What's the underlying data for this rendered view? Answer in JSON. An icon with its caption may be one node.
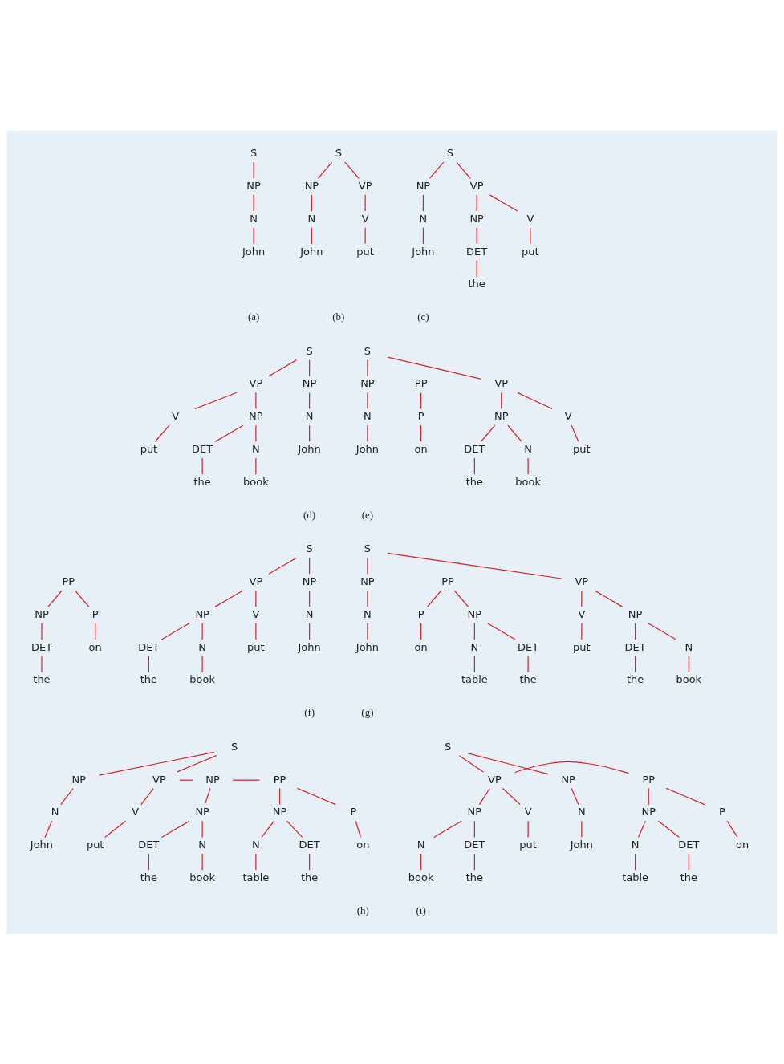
{
  "diagram": {
    "nodes": [
      {
        "text": [
          "S"
        ]
      },
      {
        "text": [
          "NP"
        ]
      },
      {
        "text": [
          "N"
        ]
      },
      {
        "text": [
          "John"
        ]
      },
      {
        "text": [
          "S"
        ]
      },
      {
        "text": [
          "NP"
        ]
      },
      {
        "text": [
          "VP"
        ]
      },
      {
        "text": [
          "N"
        ]
      },
      {
        "text": [
          "V"
        ]
      },
      {
        "text": [
          "John"
        ]
      },
      {
        "text": [
          "put"
        ]
      },
      {
        "text": [
          "S"
        ]
      },
      {
        "text": [
          "NP"
        ]
      },
      {
        "text": [
          "VP"
        ]
      },
      {
        "text": [
          "N"
        ]
      },
      {
        "text": [
          "V"
        ]
      },
      {
        "text": [
          "NP"
        ]
      },
      {
        "text": [
          "John"
        ]
      },
      {
        "text": [
          "put"
        ]
      },
      {
        "text": [
          "DET"
        ]
      },
      {
        "text": [
          "the"
        ]
      },
      {
        "text": [
          "S"
        ]
      },
      {
        "text": [
          "NP"
        ]
      },
      {
        "text": [
          "VP"
        ]
      },
      {
        "text": [
          "N"
        ]
      },
      {
        "text": [
          "V"
        ]
      },
      {
        "text": [
          "NP"
        ]
      },
      {
        "text": [
          "John"
        ]
      },
      {
        "text": [
          "put"
        ]
      },
      {
        "text": [
          "DET"
        ]
      },
      {
        "text": [
          "N"
        ]
      },
      {
        "text": [
          "the"
        ]
      },
      {
        "text": [
          "book"
        ]
      },
      {
        "text": [
          "S"
        ]
      },
      {
        "text": [
          "NP"
        ]
      },
      {
        "text": [
          "VP"
        ]
      },
      {
        "text": [
          "PP"
        ]
      },
      {
        "text": [
          "N"
        ]
      },
      {
        "text": [
          "V"
        ]
      },
      {
        "text": [
          "NP"
        ]
      },
      {
        "text": [
          "P"
        ]
      },
      {
        "text": [
          "John"
        ]
      },
      {
        "text": [
          "put"
        ]
      },
      {
        "text": [
          "DET"
        ]
      },
      {
        "text": [
          "N"
        ]
      },
      {
        "text": [
          "on"
        ]
      },
      {
        "text": [
          "the"
        ]
      },
      {
        "text": [
          "book"
        ]
      },
      {
        "text": [
          "S"
        ]
      },
      {
        "text": [
          "NP"
        ]
      },
      {
        "text": [
          "VP"
        ]
      },
      {
        "text": [
          "PP"
        ]
      },
      {
        "text": [
          "N"
        ]
      },
      {
        "text": [
          "V"
        ]
      },
      {
        "text": [
          "NP"
        ]
      },
      {
        "text": [
          "P"
        ]
      },
      {
        "text": [
          "NP"
        ]
      },
      {
        "text": [
          "John"
        ]
      },
      {
        "text": [
          "put"
        ]
      },
      {
        "text": [
          "DET"
        ]
      },
      {
        "text": [
          "N"
        ]
      },
      {
        "text": [
          "on"
        ]
      },
      {
        "text": [
          "DET"
        ]
      },
      {
        "text": [
          "the"
        ]
      },
      {
        "text": [
          "book"
        ]
      },
      {
        "text": [
          "the"
        ]
      },
      {
        "text": [
          "S"
        ]
      },
      {
        "text": [
          "NP"
        ]
      },
      {
        "text": [
          "VP"
        ]
      },
      {
        "text": [
          "PP"
        ]
      },
      {
        "text": [
          "N"
        ]
      },
      {
        "text": [
          "V"
        ]
      },
      {
        "text": [
          "NP"
        ]
      },
      {
        "text": [
          "P"
        ]
      },
      {
        "text": [
          "NP"
        ]
      },
      {
        "text": [
          "John"
        ]
      },
      {
        "text": [
          "put"
        ]
      },
      {
        "text": [
          "DET"
        ]
      },
      {
        "text": [
          "N"
        ]
      },
      {
        "text": [
          "on"
        ]
      },
      {
        "text": [
          "DET"
        ]
      },
      {
        "text": [
          "N"
        ]
      },
      {
        "text": [
          "the"
        ]
      },
      {
        "text": [
          "book"
        ]
      },
      {
        "text": [
          "the"
        ]
      },
      {
        "text": [
          "table"
        ]
      },
      {
        "text": [
          "S"
        ]
      },
      {
        "text": [
          "NP"
        ]
      },
      {
        "text": [
          "VP"
        ]
      },
      {
        "text": [
          "NP"
        ]
      },
      {
        "text": [
          "PP"
        ]
      },
      {
        "text": [
          "N"
        ]
      },
      {
        "text": [
          "V"
        ]
      },
      {
        "text": [
          "NP"
        ]
      },
      {
        "text": [
          "P"
        ]
      },
      {
        "text": [
          "NP"
        ]
      },
      {
        "text": [
          "John"
        ]
      },
      {
        "text": [
          "put"
        ]
      },
      {
        "text": [
          "DET"
        ]
      },
      {
        "text": [
          "N"
        ]
      },
      {
        "text": [
          "on"
        ]
      },
      {
        "text": [
          "DET"
        ]
      },
      {
        "text": [
          "N"
        ]
      },
      {
        "text": [
          "the"
        ]
      },
      {
        "text": [
          "book"
        ]
      },
      {
        "text": [
          "the"
        ]
      },
      {
        "text": [
          "table"
        ]
      },
      {
        "text": [
          "S"
        ]
      },
      {
        "text": [
          "NP"
        ]
      },
      {
        "text": [
          "VP"
        ]
      },
      {
        "text": [
          "PP"
        ]
      },
      {
        "text": [
          "N"
        ]
      },
      {
        "text": [
          "V"
        ]
      },
      {
        "text": [
          "NP"
        ]
      },
      {
        "text": [
          "P"
        ]
      },
      {
        "text": [
          "NP"
        ]
      },
      {
        "text": [
          "John"
        ]
      },
      {
        "text": [
          "put"
        ]
      },
      {
        "text": [
          "DET"
        ]
      },
      {
        "text": [
          "N"
        ]
      },
      {
        "text": [
          "on"
        ]
      },
      {
        "text": [
          "DET"
        ]
      },
      {
        "text": [
          "N"
        ]
      },
      {
        "text": [
          "the"
        ]
      },
      {
        "text": [
          "book"
        ]
      },
      {
        "text": [
          "the"
        ]
      },
      {
        "text": [
          "table"
        ]
      }
    ],
    "edges": [
      {
        "from": 0,
        "to": 1,
        "arrow": "none"
      },
      {
        "from": 1,
        "to": 2,
        "arrow": "none"
      },
      {
        "from": 2,
        "to": 3,
        "arrow": "none"
      },
      {
        "from": 4,
        "to": 5,
        "arrow": "none"
      },
      {
        "from": 4,
        "to": 6,
        "arrow": "none"
      },
      {
        "from": 5,
        "to": 7,
        "arrow": "none"
      },
      {
        "from": 6,
        "to": 8,
        "arrow": "none"
      },
      {
        "from": 7,
        "to": 9,
        "arrow": "none"
      },
      {
        "from": 8,
        "to": 10,
        "arrow": "none"
      },
      {
        "from": 11,
        "to": 12,
        "arrow": "none"
      },
      {
        "from": 11,
        "to": 13,
        "arrow": "none"
      },
      {
        "from": 12,
        "to": 14,
        "arrow": "none"
      },
      {
        "from": 13,
        "to": 15,
        "arrow": "none"
      },
      {
        "from": 13,
        "to": 16,
        "arrow": "none"
      },
      {
        "from": 14,
        "to": 17,
        "arrow": "none"
      },
      {
        "from": 15,
        "to": 18,
        "arrow": "none"
      },
      {
        "from": 16,
        "to": 19,
        "arrow": "none"
      },
      {
        "from": 19,
        "to": 20,
        "arrow": "none"
      },
      {
        "from": 21,
        "to": 22,
        "arrow": "none"
      },
      {
        "from": 21,
        "to": 23,
        "arrow": "none"
      },
      {
        "from": 22,
        "to": 24,
        "arrow": "none"
      },
      {
        "from": 23,
        "to": 25,
        "arrow": "none"
      },
      {
        "from": 23,
        "to": 26,
        "arrow": "none"
      },
      {
        "from": 24,
        "to": 27,
        "arrow": "none"
      },
      {
        "from": 25,
        "to": 28,
        "arrow": "none"
      },
      {
        "from": 26,
        "to": 29,
        "arrow": "none"
      },
      {
        "from": 26,
        "to": 30,
        "arrow": "none"
      },
      {
        "from": 29,
        "to": 31,
        "arrow": "none"
      },
      {
        "from": 30,
        "to": 32,
        "arrow": "none"
      },
      {
        "from": 33,
        "to": 34,
        "arrow": "none"
      },
      {
        "from": 33,
        "to": 35,
        "arrow": "none"
      },
      {
        "from": 34,
        "to": 37,
        "arrow": "none"
      },
      {
        "from": 35,
        "to": 38,
        "arrow": "none"
      },
      {
        "from": 35,
        "to": 39,
        "arrow": "none"
      },
      {
        "from": 36,
        "to": 40,
        "arrow": "none"
      },
      {
        "from": 37,
        "to": 41,
        "arrow": "none"
      },
      {
        "from": 38,
        "to": 42,
        "arrow": "none"
      },
      {
        "from": 39,
        "to": 43,
        "arrow": "none"
      },
      {
        "from": 39,
        "to": 44,
        "arrow": "none"
      },
      {
        "from": 40,
        "to": 45,
        "arrow": "none"
      },
      {
        "from": 43,
        "to": 46,
        "arrow": "none"
      },
      {
        "from": 44,
        "to": 47,
        "arrow": "none"
      },
      {
        "from": 48,
        "to": 49,
        "arrow": "none"
      },
      {
        "from": 48,
        "to": 50,
        "arrow": "none"
      },
      {
        "from": 49,
        "to": 52,
        "arrow": "none"
      },
      {
        "from": 50,
        "to": 53,
        "arrow": "none"
      },
      {
        "from": 50,
        "to": 54,
        "arrow": "none"
      },
      {
        "from": 51,
        "to": 55,
        "arrow": "none"
      },
      {
        "from": 51,
        "to": 56,
        "arrow": "none"
      },
      {
        "from": 52,
        "to": 57,
        "arrow": "none"
      },
      {
        "from": 53,
        "to": 58,
        "arrow": "none"
      },
      {
        "from": 54,
        "to": 59,
        "arrow": "none"
      },
      {
        "from": 54,
        "to": 60,
        "arrow": "none"
      },
      {
        "from": 55,
        "to": 61,
        "arrow": "none"
      },
      {
        "from": 56,
        "to": 62,
        "arrow": "none"
      },
      {
        "from": 59,
        "to": 63,
        "arrow": "none"
      },
      {
        "from": 60,
        "to": 64,
        "arrow": "none"
      },
      {
        "from": 62,
        "to": 65,
        "arrow": "none"
      },
      {
        "from": 66,
        "to": 67,
        "arrow": "none"
      },
      {
        "from": 66,
        "to": 68,
        "arrow": "none"
      },
      {
        "from": 67,
        "to": 70,
        "arrow": "none"
      },
      {
        "from": 68,
        "to": 71,
        "arrow": "none"
      },
      {
        "from": 68,
        "to": 72,
        "arrow": "none"
      },
      {
        "from": 69,
        "to": 73,
        "arrow": "none"
      },
      {
        "from": 69,
        "to": 74,
        "arrow": "none"
      },
      {
        "from": 70,
        "to": 75,
        "arrow": "none"
      },
      {
        "from": 71,
        "to": 76,
        "arrow": "none"
      },
      {
        "from": 72,
        "to": 77,
        "arrow": "none"
      },
      {
        "from": 72,
        "to": 78,
        "arrow": "none"
      },
      {
        "from": 73,
        "to": 79,
        "arrow": "none"
      },
      {
        "from": 74,
        "to": 80,
        "arrow": "none"
      },
      {
        "from": 74,
        "to": 81,
        "arrow": "none"
      },
      {
        "from": 77,
        "to": 82,
        "arrow": "none"
      },
      {
        "from": 78,
        "to": 83,
        "arrow": "none"
      },
      {
        "from": 80,
        "to": 84,
        "arrow": "none"
      },
      {
        "from": 81,
        "to": 85,
        "arrow": "none"
      },
      {
        "from": 86,
        "to": 87,
        "arrow": "none"
      },
      {
        "from": 86,
        "to": 88,
        "arrow": "none"
      },
      {
        "from": 88,
        "to": 89,
        "arrow": "none"
      },
      {
        "from": 89,
        "to": 90,
        "arrow": "none"
      },
      {
        "from": 87,
        "to": 91,
        "arrow": "none"
      },
      {
        "from": 88,
        "to": 92,
        "arrow": "none"
      },
      {
        "from": 89,
        "to": 93,
        "arrow": "none"
      },
      {
        "from": 90,
        "to": 94,
        "arrow": "none"
      },
      {
        "from": 90,
        "to": 95,
        "arrow": "none"
      },
      {
        "from": 91,
        "to": 96,
        "arrow": "none"
      },
      {
        "from": 92,
        "to": 97,
        "arrow": "none"
      },
      {
        "from": 93,
        "to": 98,
        "arrow": "none"
      },
      {
        "from": 93,
        "to": 99,
        "arrow": "none"
      },
      {
        "from": 94,
        "to": 100,
        "arrow": "none"
      },
      {
        "from": 95,
        "to": 101,
        "arrow": "none"
      },
      {
        "from": 95,
        "to": 102,
        "arrow": "none"
      },
      {
        "from": 98,
        "to": 103,
        "arrow": "none"
      },
      {
        "from": 99,
        "to": 104,
        "arrow": "none"
      },
      {
        "from": 101,
        "to": 105,
        "arrow": "none"
      },
      {
        "from": 102,
        "to": 106,
        "arrow": "none"
      },
      {
        "from": 107,
        "to": 108,
        "arrow": "none"
      },
      {
        "from": 107,
        "to": 109,
        "arrow": "none"
      },
      {
        "from": 109,
        "to": 110,
        "arrow": "none"
      },
      {
        "from": 108,
        "to": 111,
        "arrow": "none"
      },
      {
        "from": 109,
        "to": 112,
        "arrow": "none"
      },
      {
        "from": 109,
        "to": 113,
        "arrow": "none"
      },
      {
        "from": 110,
        "to": 114,
        "arrow": "none"
      },
      {
        "from": 110,
        "to": 115,
        "arrow": "none"
      },
      {
        "from": 111,
        "to": 116,
        "arrow": "none"
      },
      {
        "from": 112,
        "to": 117,
        "arrow": "none"
      },
      {
        "from": 113,
        "to": 118,
        "arrow": "none"
      },
      {
        "from": 113,
        "to": 119,
        "arrow": "none"
      },
      {
        "from": 114,
        "to": 120,
        "arrow": "none"
      },
      {
        "from": 115,
        "to": 121,
        "arrow": "none"
      },
      {
        "from": 115,
        "to": 122,
        "arrow": "none"
      },
      {
        "from": 118,
        "to": 123,
        "arrow": "none"
      },
      {
        "from": 119,
        "to": 124,
        "arrow": "none"
      },
      {
        "from": 121,
        "to": 125,
        "arrow": "none"
      },
      {
        "from": 122,
        "to": 126,
        "arrow": "none"
      }
    ],
    "labels": [
      "(a)",
      "(b)",
      "(c)",
      "(d)",
      "(e)",
      "(f)",
      "(g)",
      "(h)",
      "(i)"
    ]
  }
}
